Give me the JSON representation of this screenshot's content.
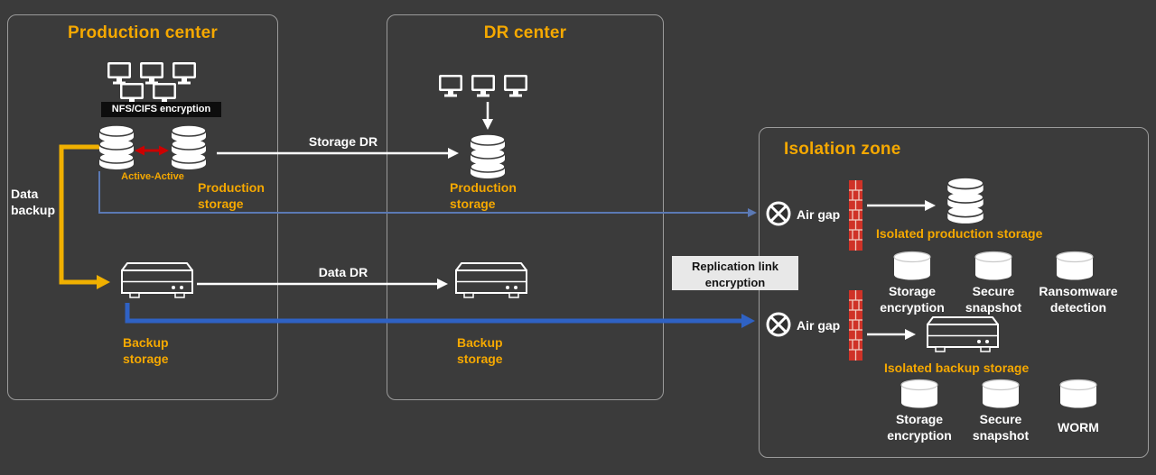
{
  "colors": {
    "background": "#3b3b3b",
    "orange_text": "#F5A800",
    "yellow_arrow": "#F0B000",
    "blue_thick_arrow": "#2F62C4",
    "blue_thin_arrow": "#5B79B4",
    "red_arrow": "#CC0000",
    "firewall_red": "#CF3227",
    "white": "#FFFFFF"
  },
  "production_center": {
    "title": "Production center",
    "nfs_cifs_label": "NFS/CIFS encryption",
    "active_active_label": "Active-Active",
    "production_storage_label": "Production storage",
    "data_backup_label": "Data backup",
    "backup_storage_label": "Backup storage"
  },
  "dr_center": {
    "title": "DR center",
    "production_storage_label": "Production storage",
    "backup_storage_label": "Backup storage"
  },
  "isolation_zone": {
    "title": "Isolation zone",
    "air_gap_top_label": "Air gap",
    "air_gap_bottom_label": "Air gap",
    "isolated_production_storage_label": "Isolated production storage",
    "isolated_backup_storage_label": "Isolated backup storage",
    "production_features": [
      "Storage encryption",
      "Secure snapshot",
      "Ransomware detection"
    ],
    "backup_features": [
      "Storage encryption",
      "Secure snapshot",
      "WORM"
    ]
  },
  "links": {
    "storage_dr_label": "Storage DR",
    "data_dr_label": "Data DR",
    "replication_label": "Replication link encryption"
  }
}
